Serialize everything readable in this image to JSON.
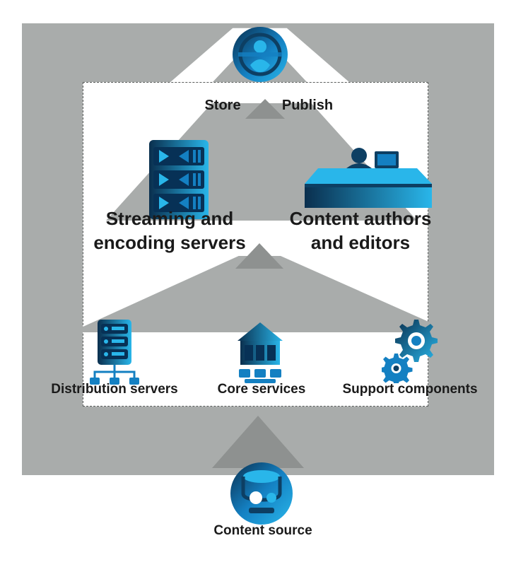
{
  "diagram": {
    "type": "vertical-flow",
    "background": "#ffffff",
    "panel_color": "#a9acab",
    "arrow_color": "#8e9190",
    "dashed_border_color": "#5a5d5c",
    "icon_palette": {
      "cyan": "#29b6ea",
      "mid_blue": "#1480c2",
      "navy": "#0d3f63",
      "deep_navy": "#0a2f4e"
    },
    "flow_direction": "bottom-to-top",
    "tiers": [
      {
        "position": "top",
        "icons": [
          "users-globe-icon"
        ]
      },
      {
        "position": "middle",
        "icons": [
          "media-servers-icon",
          "author-desk-icon"
        ]
      },
      {
        "position": "lower",
        "icons": [
          "distribution-server-icon",
          "core-services-icon",
          "gears-icon"
        ]
      },
      {
        "position": "bottom",
        "icons": [
          "content-source-icon"
        ]
      }
    ]
  },
  "labels": {
    "transition_left": "Store",
    "transition_right": "Publish",
    "tier2_left": {
      "lines": [
        "Streaming and",
        "encoding servers"
      ]
    },
    "tier2_right": {
      "lines": [
        "Content authors",
        "and editors"
      ]
    },
    "tier3_left": "Distribution servers",
    "tier3_middle": "Core services",
    "tier3_right": "Support components",
    "bottom": "Content source"
  }
}
